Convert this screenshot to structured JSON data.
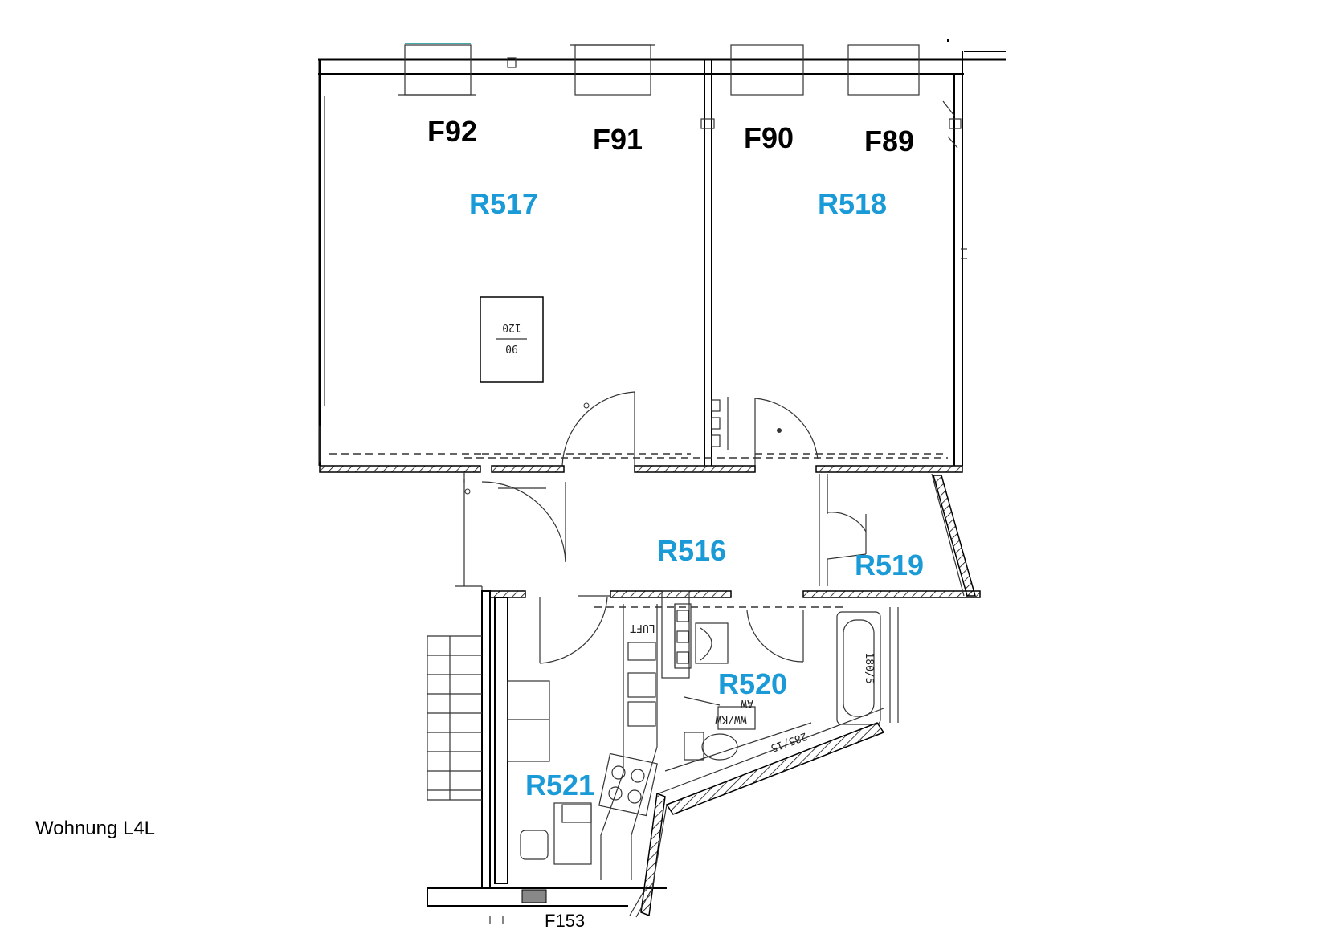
{
  "plan": {
    "caption": "Wohnung L4L",
    "room_color": "#1a9ad6",
    "windows": [
      {
        "id": "F92",
        "label": "F92"
      },
      {
        "id": "F91",
        "label": "F91"
      },
      {
        "id": "F90",
        "label": "F90"
      },
      {
        "id": "F89",
        "label": "F89"
      },
      {
        "id": "F153",
        "label": "F153"
      }
    ],
    "rooms": [
      {
        "id": "R517",
        "label": "R517"
      },
      {
        "id": "R518",
        "label": "R518"
      },
      {
        "id": "R516",
        "label": "R516"
      },
      {
        "id": "R519",
        "label": "R519"
      },
      {
        "id": "R520",
        "label": "R520"
      },
      {
        "id": "R521",
        "label": "R521"
      }
    ],
    "annotations": {
      "bed_top": "120",
      "bed_bottom": "90",
      "luft": "LUFT",
      "aw": "AW",
      "ww_kw": "WW/KW",
      "tub_size": "180/5",
      "dim_angled": "285/15"
    }
  }
}
